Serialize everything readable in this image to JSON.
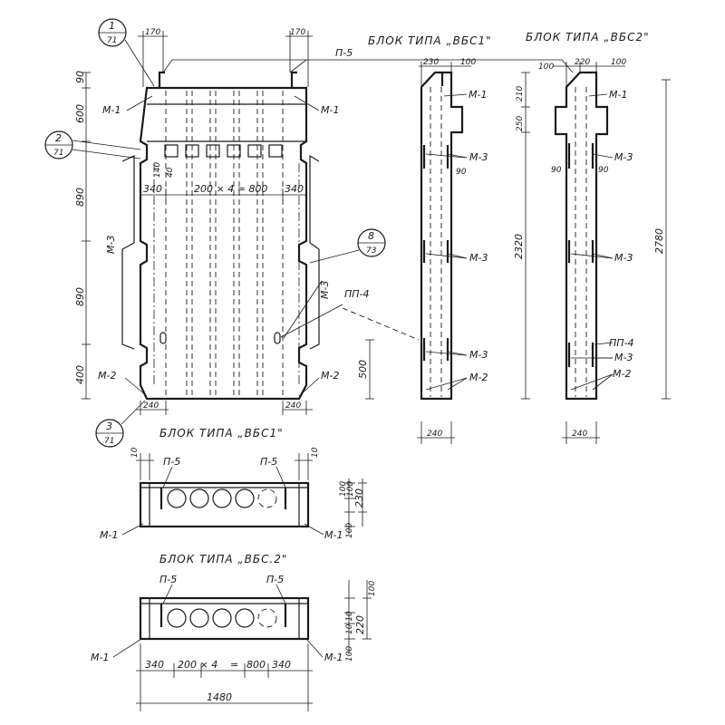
{
  "titles": {
    "side_vbs1": "БЛОК ТИПА „ВБС1\"",
    "side_vbs2": "БЛОК ТИПА „ВБС2\"",
    "plan_vbs1": "БЛОК ТИПА „ВБС1\"",
    "plan_vbs2": "БЛОК ТИПА „ВБС.2\""
  },
  "callouts": {
    "c1": {
      "num": "1",
      "sheet": "71"
    },
    "c2": {
      "num": "2",
      "sheet": "71"
    },
    "c3": {
      "num": "3",
      "sheet": "71"
    },
    "c8": {
      "num": "8",
      "sheet": "73"
    }
  },
  "marks": {
    "m1": "М-1",
    "m2": "М-2",
    "m3": "М-3",
    "p5": "П-5",
    "pp4": "ПП-4"
  },
  "dims_front": {
    "top_left_170": "170",
    "top_right_170": "170",
    "h90": "90",
    "h600": "600",
    "h890a": "890",
    "h890b": "890",
    "h400": "400",
    "h500": "500",
    "d140": "140",
    "d40": "40",
    "w340a": "340",
    "w200x4": "200 × 4 = 800",
    "w340b": "340",
    "w240a": "240",
    "w240b": "240"
  },
  "dims_side1": {
    "w230": "230",
    "w100": "100",
    "h210": "210",
    "h250": "250",
    "d90": "90",
    "h2320": "2320",
    "w240": "240"
  },
  "dims_side2": {
    "w100": "100",
    "w220": "220",
    "w100b": "100",
    "d90": "90",
    "h2780": "2780",
    "w240": "240"
  },
  "dims_plan1": {
    "w10a": "10",
    "w10b": "10",
    "h100": "100",
    "h100b": "100",
    "h230": "230",
    "h100c": "100"
  },
  "dims_plan2": {
    "h100": "100",
    "h10_10": "10 10",
    "h220": "220",
    "h100b": "100",
    "w340a": "340",
    "w200x4": "200 × 4",
    "w800": "800",
    "w340b": "340",
    "w1480": "1480"
  }
}
